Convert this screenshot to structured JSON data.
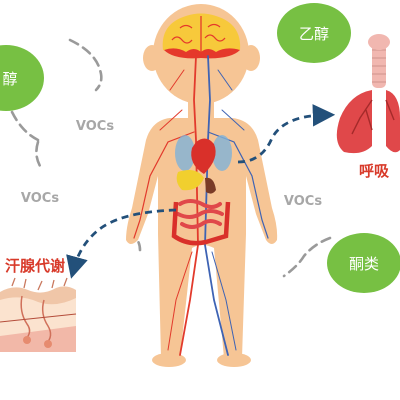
{
  "bubbles": {
    "ethanol": "乙醇",
    "alcohol_left": "醇",
    "ketones": "酮类"
  },
  "labels": {
    "vocs_upper": "VOCs",
    "vocs_left": "VOCs",
    "vocs_right": "VOCs",
    "breath": "呼吸",
    "sweat_metabolism": "汗腺代谢"
  },
  "colors": {
    "bubble_green": "#77c043",
    "skin": "#f6c595",
    "artery": "#e23a2c",
    "vein": "#3e63b4",
    "arrow": "#23507a",
    "dash_gray": "#9a9a9a",
    "lung": "#e0484a",
    "brain": "#f7c93b",
    "label_red": "#d83a2a"
  }
}
